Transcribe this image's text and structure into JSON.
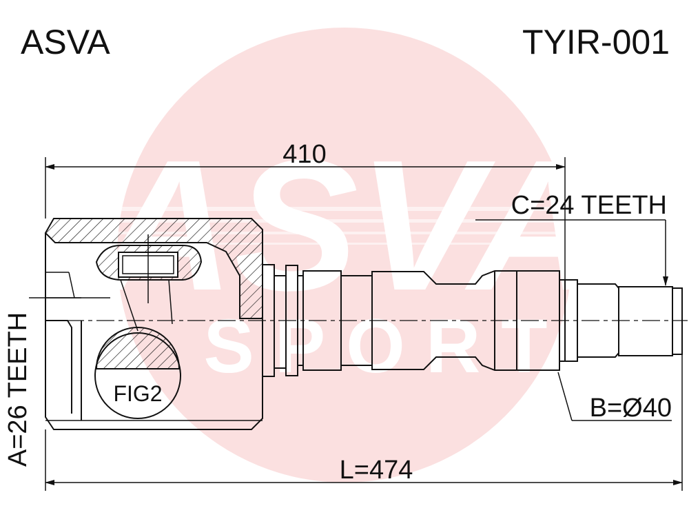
{
  "header": {
    "brand": "ASVA",
    "part_number": "TYIR-001"
  },
  "watermark": {
    "logo_text": "ASVA",
    "sub_text": "SPORT",
    "color": "#e23b3b"
  },
  "dimensions": {
    "overall_length": "L=474",
    "shaft_length": "410",
    "outer_spline": "C=24 TEETH",
    "inner_spline": "A=26 TEETH",
    "seal_diameter": "B=Ø40"
  },
  "detail": {
    "label": "FIG2"
  },
  "colors": {
    "line": "#111111",
    "accent": "#e23b3b"
  }
}
